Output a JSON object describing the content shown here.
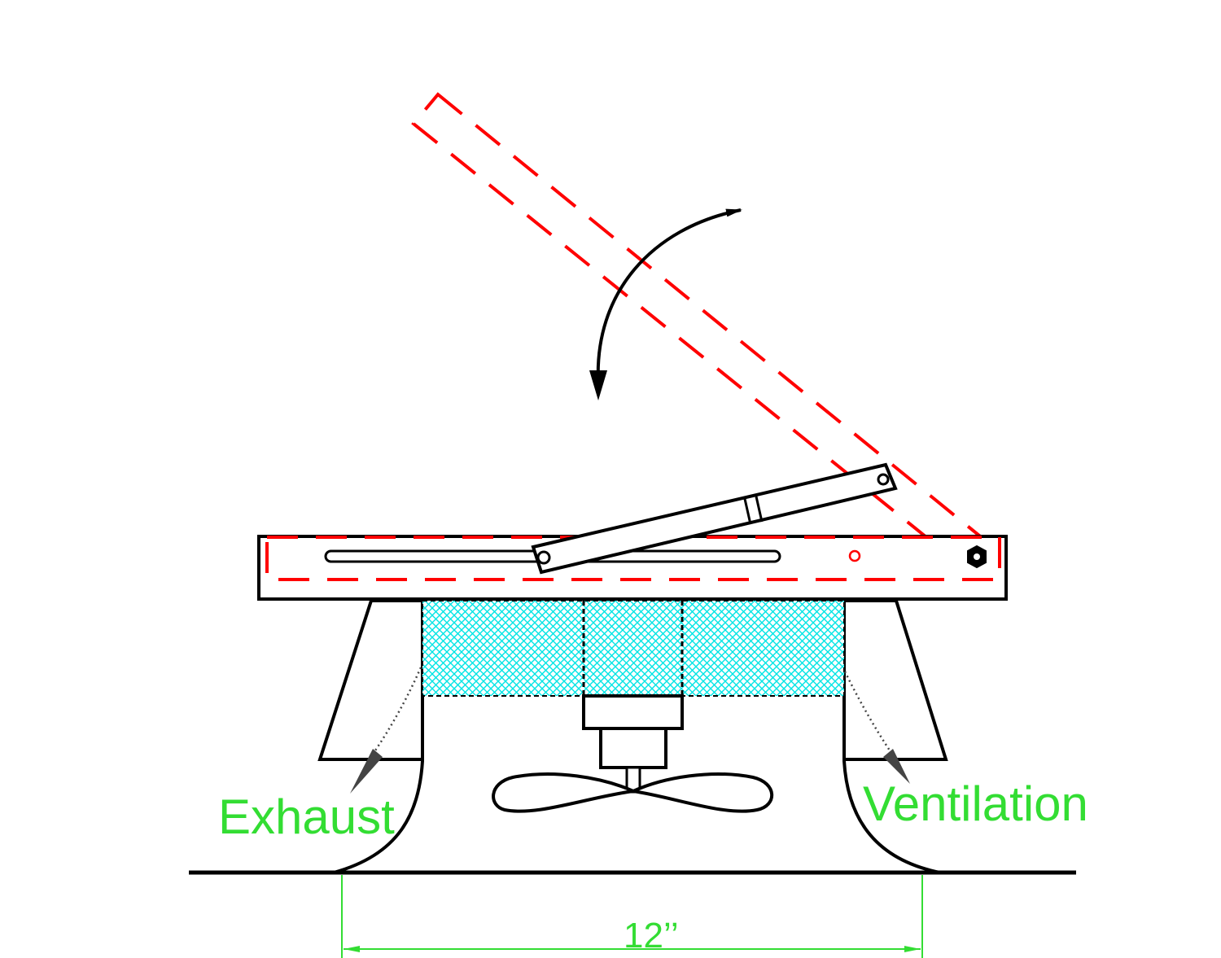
{
  "labels": {
    "exhaust": "Exhaust",
    "ventilation": "Ventilation",
    "dimension": "12’’"
  },
  "colors": {
    "outline": "#000000",
    "lid_open_dashed": "#ff0000",
    "filter_mesh": "#00e5e5",
    "annotation": "#33dd33"
  },
  "icons": {
    "rotation_arrow": "curved-double-arrow-icon",
    "pivot_bolt": "hex-bolt-icon"
  }
}
